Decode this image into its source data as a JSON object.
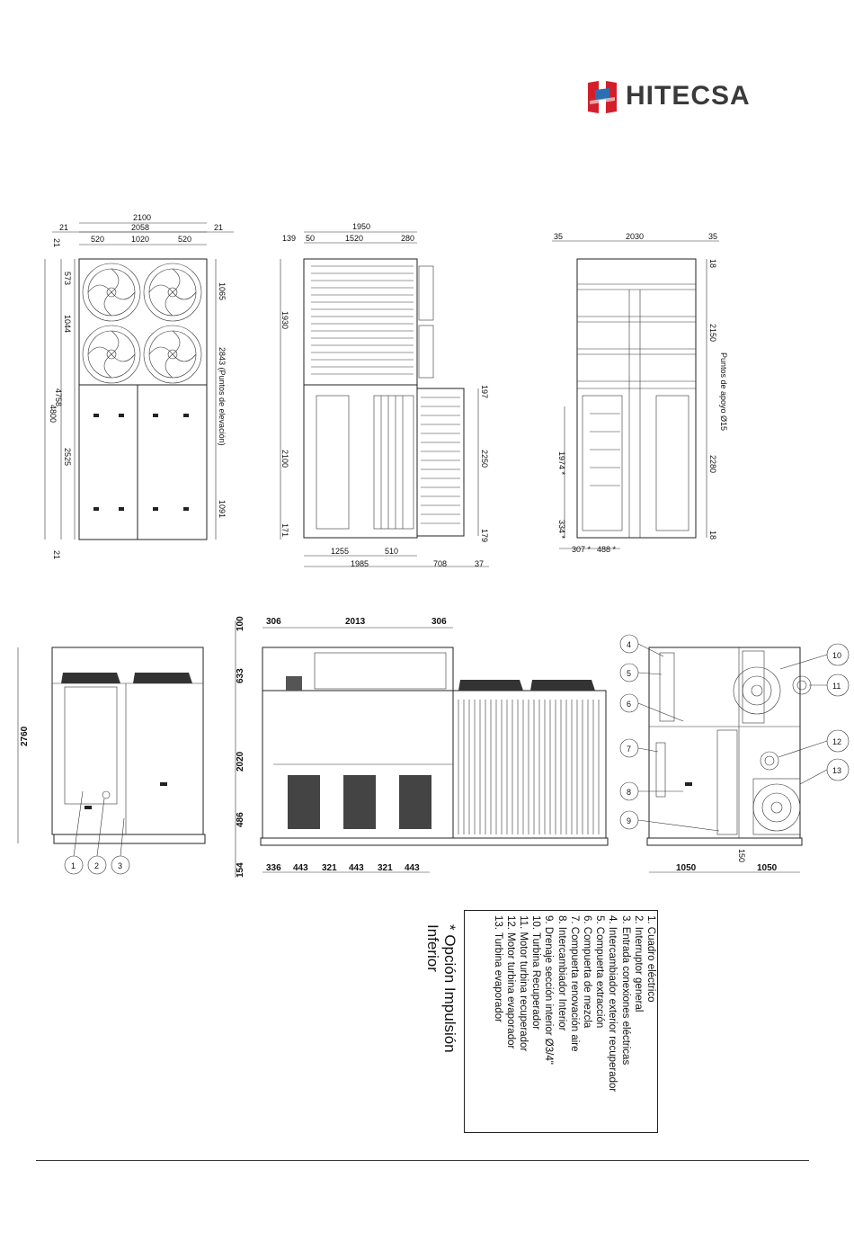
{
  "brand": {
    "name": "HITECSA",
    "colors": {
      "red": "#d21f2b",
      "blue": "#2a6fb4",
      "text": "#3a3a3a"
    }
  },
  "views": {
    "front": {
      "widths": [
        "2100",
        "2058",
        "21",
        "21",
        "520",
        "1020",
        "520"
      ],
      "heights": [
        "4800",
        "4758",
        "21",
        "21",
        "573",
        "1044",
        "1065",
        "2525",
        "1091"
      ],
      "note": "2843 (Puntos de elevación)"
    },
    "side": {
      "widths": [
        "1950",
        "139",
        "50",
        "1520",
        "280",
        "1255",
        "510",
        "1985",
        "708",
        "37"
      ],
      "heights": [
        "1930",
        "2100",
        "171",
        "197",
        "2250",
        "179"
      ]
    },
    "rear": {
      "widths": [
        "35",
        "2030",
        "35",
        "307 *",
        "488 *"
      ],
      "heights": [
        "18",
        "2150",
        "2280",
        "18",
        "1974 *",
        "334 *"
      ],
      "note": "Puntos de apoyo Ø15"
    },
    "elevation_left": {
      "height": "2760",
      "callouts": [
        "1",
        "2",
        "3"
      ]
    },
    "elevation_mid": {
      "top": [
        "306",
        "2013",
        "306"
      ],
      "heights": [
        "100",
        "633",
        "2020",
        "486",
        "154"
      ],
      "bottom": [
        "336",
        "443",
        "321",
        "443",
        "321",
        "443"
      ]
    },
    "elevation_right": {
      "callouts": [
        "4",
        "5",
        "6",
        "7",
        "8",
        "9",
        "10",
        "11",
        "12",
        "13"
      ],
      "bottom": [
        "1050",
        "1050",
        "150"
      ]
    }
  },
  "legend": {
    "items": [
      "1. Cuadro eléctrico",
      "2. Interruptor general",
      "3. Entrada conexiones eléctricas",
      "4. Intercambiador exterior recuperador",
      "5. Compuerta extracción",
      "6. Compuerta de mezcla",
      "7. Compuerta renovación aire",
      "8. Intercambiador Interior",
      "9. Drenaje sección interior Ø3/4\"",
      "10. Turbina Recuperador",
      "11. Motor turbina recuperador",
      "12. Motor turbina evaporador",
      "13. Turbina evaporador"
    ],
    "note_line1": "* Opción Impulsión",
    "note_line2": "Inferior"
  }
}
